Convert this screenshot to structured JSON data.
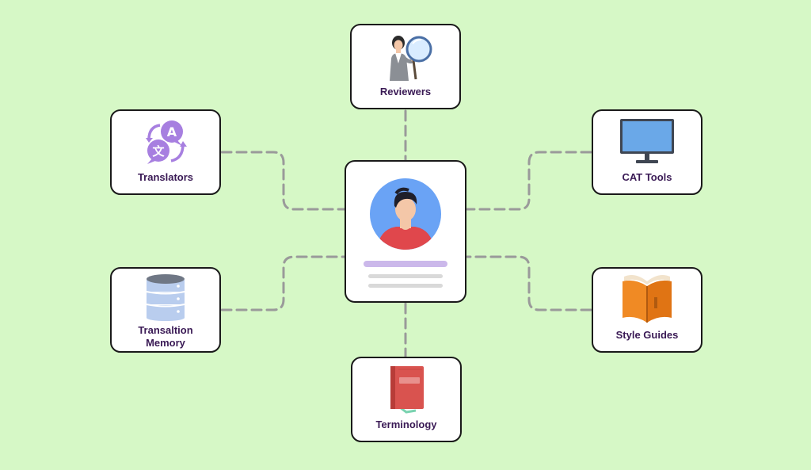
{
  "nodes": {
    "reviewers": {
      "label": "Reviewers",
      "icon": "magnifying-glass-person-icon"
    },
    "translators": {
      "label": "Translators",
      "icon": "translate-icon"
    },
    "cat_tools": {
      "label": "CAT Tools",
      "icon": "monitor-icon"
    },
    "translation_memory": {
      "label_line1": "Transaltion",
      "label_line2": "Memory",
      "icon": "database-icon"
    },
    "style_guides": {
      "label": "Style Guides",
      "icon": "open-book-icon"
    },
    "terminology": {
      "label": "Terminology",
      "icon": "dictionary-book-icon"
    },
    "center": {
      "icon": "user-avatar-icon"
    }
  },
  "colors": {
    "background": "#d6f8c6",
    "card_border": "#1a1a1a",
    "label_text": "#3a1a55",
    "connector": "#9a9a9a",
    "avatar_bg": "#6aa3f5",
    "accent_purple": "#a77fe0",
    "placeholder_purple": "#cbb8ea",
    "placeholder_gray": "#d9d9d9",
    "book_orange": "#f08a24",
    "book_red": "#d9534f",
    "database_blue": "#b9cdee"
  }
}
